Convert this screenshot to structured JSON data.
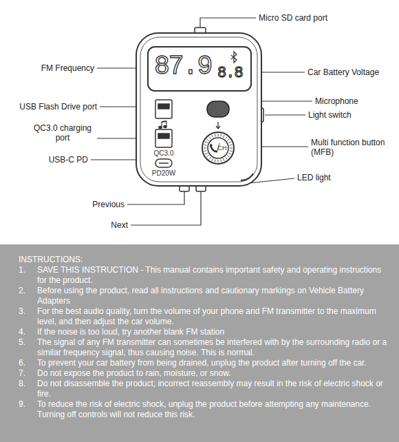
{
  "diagram": {
    "nodes": [
      {
        "text": [
          "INSTRUCTIONS:",
          "1.",
          "SAVE THIS INSTRUCTION - This manual contains important safety and operating instructions for the product.",
          "2.",
          "Before using the product, read all instructions and cautionary markings on Vehicle Battery Adapters",
          "3.",
          "For the best audio quality, turn the volume of your phone and FM transmitter to the maximum level, and then adjust the car volume.",
          "4.",
          "If the noise is too loud, try another blank FM station",
          "5.",
          "The signal of any FM transmitter can sometimes be interfered with by the surrounding radio or a similar frequency signal, thus causing noise. This is normal.",
          "6.",
          "To prevent your car battery from being drained, unplug the product after turning off the car.",
          "7.",
          "Do not expose the product to rain, moisture, or snow.",
          "8.",
          "Do not disassemble the product; incorrect reassembly may result in the risk of electric shock or fire.",
          "9.",
          "To reduce the risk of electric shock, unplug the product before attempting any maintenance. Turning off controls will not reduce this risk."
        ]
      }
    ],
    "labels": [
      "Micro SD card port",
      "FM Frequency",
      "Car Battery Voltage",
      "USB Flash Drive port",
      "Microphone",
      "Light switch",
      "QC3.0 charging port",
      "Multi function button (MFB)",
      "USB-C PD",
      "LED light",
      "Previous",
      "Next",
      "87.9",
      "8.8",
      "QC3.0",
      "PD20W",
      "CH"
    ]
  }
}
